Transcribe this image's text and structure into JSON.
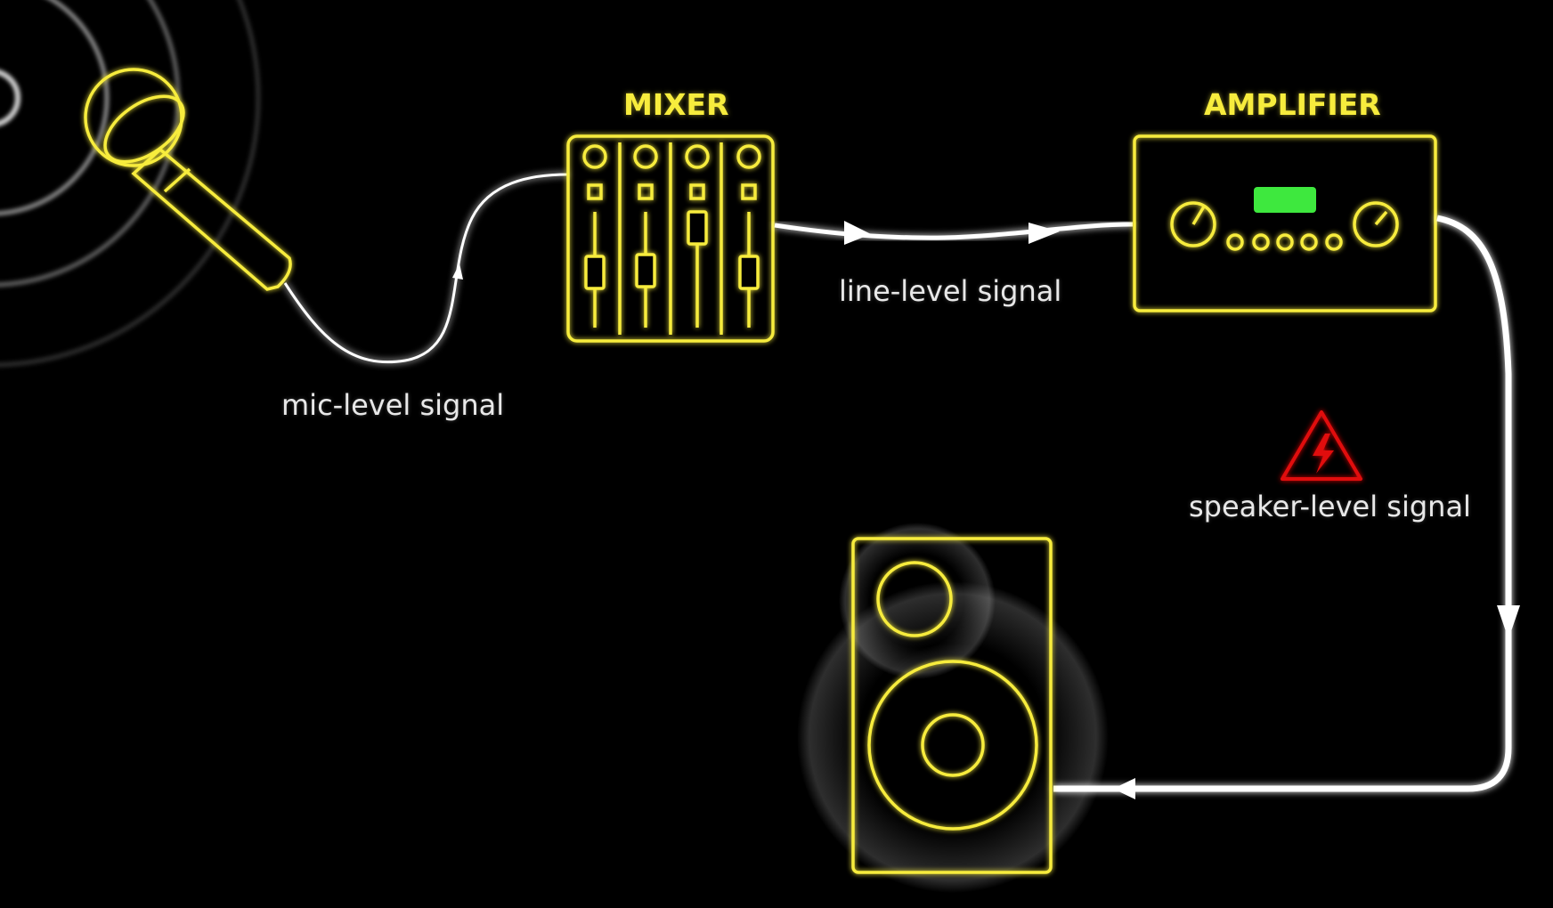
{
  "colors": {
    "background": "#000000",
    "device": "#f7ec3d",
    "signal": "#ffffff",
    "display": "#3ee83e",
    "warning": "#e01010"
  },
  "labels": {
    "mixer": "MIXER",
    "amplifier": "AMPLIFIER",
    "mic_signal": "mic-level signal",
    "line_signal": "line-level signal",
    "speaker_signal": "speaker-level signal"
  },
  "icons": {
    "microphone": "microphone-icon",
    "mixer": "mixer-icon",
    "amplifier": "amplifier-icon",
    "speaker": "speaker-icon",
    "warning": "high-voltage-warning-icon"
  }
}
